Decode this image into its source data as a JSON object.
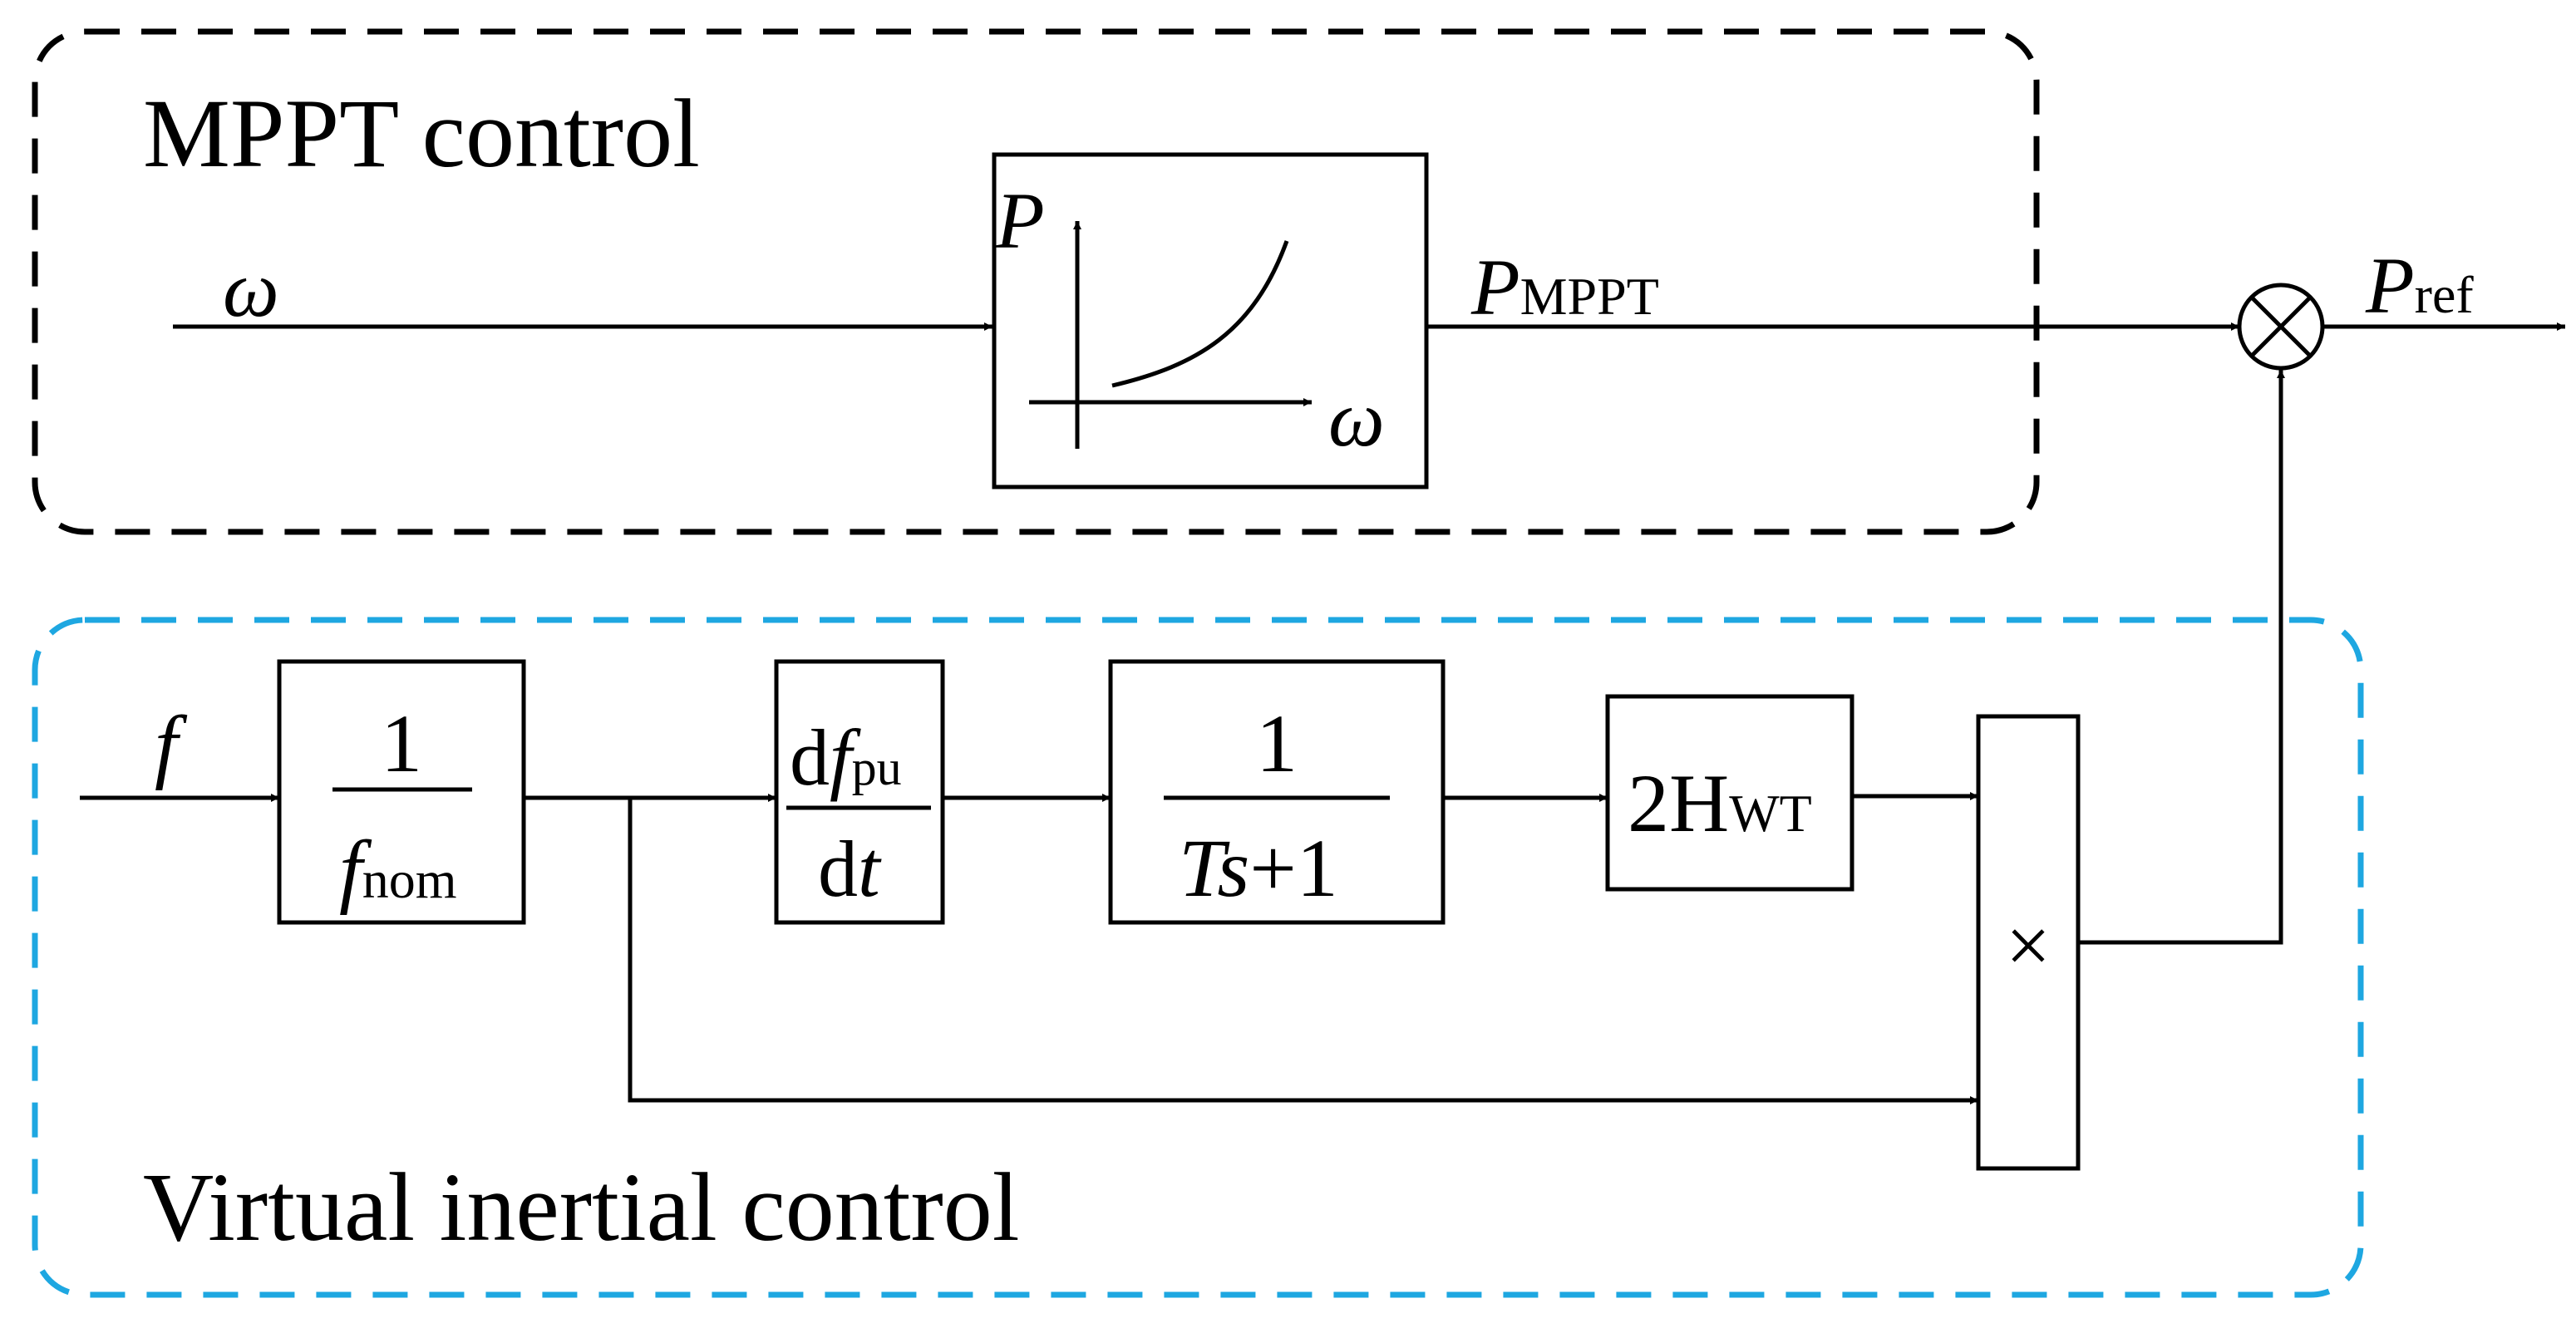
{
  "groups": {
    "mppt": {
      "label": "MPPT control",
      "border_color": "#000000"
    },
    "virtual": {
      "label": "Virtual inertial control",
      "border_color": "#1ea7e1"
    }
  },
  "signals": {
    "omega": "ω",
    "p_mppt_main": "P",
    "p_mppt_sub": "MPPT",
    "p_ref_main": "P",
    "p_ref_sub": "ref",
    "f": "f"
  },
  "blocks": {
    "mppt_curve": {
      "y_axis": "P",
      "x_axis": "ω"
    },
    "normalize": {
      "numerator": "1",
      "denominator_main": "f",
      "denominator_sub": "nom"
    },
    "derivative": {
      "num_d": "d",
      "num_f": "f",
      "num_sub": "pu",
      "den_d": "d",
      "den_t": "t"
    },
    "filter": {
      "numerator": "1",
      "den_T": "Ts",
      "den_rest": "+1"
    },
    "gain": {
      "main": "2H",
      "sub": "WT"
    },
    "multiplier": {
      "symbol": "×"
    }
  },
  "summing_junction": {
    "symbol": "⊗"
  }
}
